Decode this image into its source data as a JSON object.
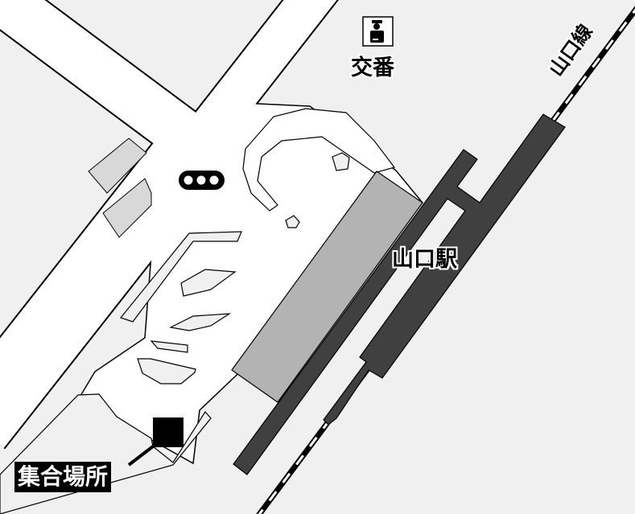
{
  "labels": {
    "police_box": "交番",
    "station": "山口駅",
    "rail_line": "山口線",
    "meeting_point": "集合場所"
  },
  "icons": [
    "police-box-icon",
    "traffic-light-icon",
    "meeting-point-marker"
  ],
  "colors": {
    "background": "#f0f0f0",
    "road": "#ffffff",
    "station_building": "#b3b3b3",
    "platform": "#404040",
    "marker": "#000000"
  }
}
